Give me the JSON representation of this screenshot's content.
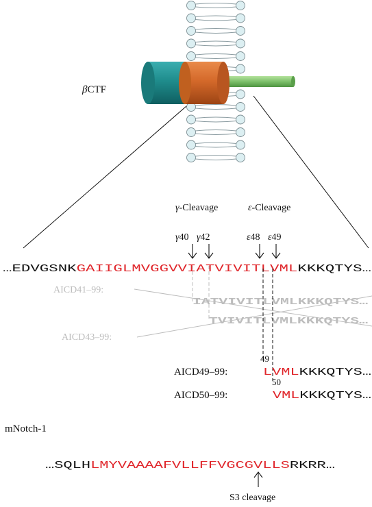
{
  "labels": {
    "bctf_greek": "β",
    "bctf_text": "CTF",
    "gamma_cleavage_greek": "γ",
    "gamma_cleavage_text": "-Cleavage",
    "epsilon_cleavage_greek": "ε",
    "epsilon_cleavage_text": "-Cleavage",
    "gamma40_greek": "γ",
    "gamma40_num": "40",
    "gamma42_greek": "γ",
    "gamma42_num": "42",
    "eps48_greek": "ε",
    "eps48_num": "48",
    "eps49_greek": "ε",
    "eps49_num": "49",
    "mnotch_title": "mNotch-1",
    "s3_cleavage": "S3 cleavage",
    "marker_49": "49",
    "marker_50": "50"
  },
  "sequences": {
    "main": {
      "prefix": "…EDVGSNK",
      "red": "GAIIGLMVGGVVIATVIVITLVML",
      "suffix": "KKKQTYS…"
    },
    "aicd41": {
      "label": "AICD41–99:",
      "text": "IATVIVITLVMLKKKQTYS…"
    },
    "aicd43": {
      "label": "AICD43–99:",
      "text": "TVIVITLVMLKKKQTYS…"
    },
    "aicd49": {
      "label": "AICD49–99:",
      "red": "LVML",
      "black": "KKKQTYS…"
    },
    "aicd50": {
      "label": "AICD50–99:",
      "red": "VML",
      "black": "KKKQTYS…"
    },
    "notch": {
      "prefix": "…SQLH",
      "red": "LMYVAAAAFVLLFFVGCGVLLS",
      "suffix": "RKRR…"
    }
  },
  "colors": {
    "red": "#e0262b",
    "grey": "#bdbdbd",
    "teal": "#1f8c8c",
    "orange": "#d4692a",
    "green": "#7cc06a",
    "lipid_head": "#dceff2"
  }
}
